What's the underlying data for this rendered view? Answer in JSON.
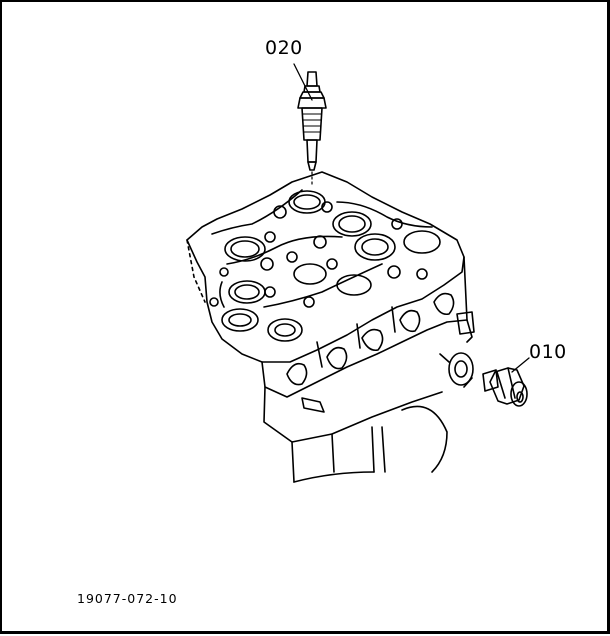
{
  "diagram": {
    "callouts": [
      {
        "id": "020",
        "part": "glow-plug"
      },
      {
        "id": "010",
        "part": "water-temperature-sensor"
      }
    ],
    "figure_code": "19077-072-10"
  }
}
